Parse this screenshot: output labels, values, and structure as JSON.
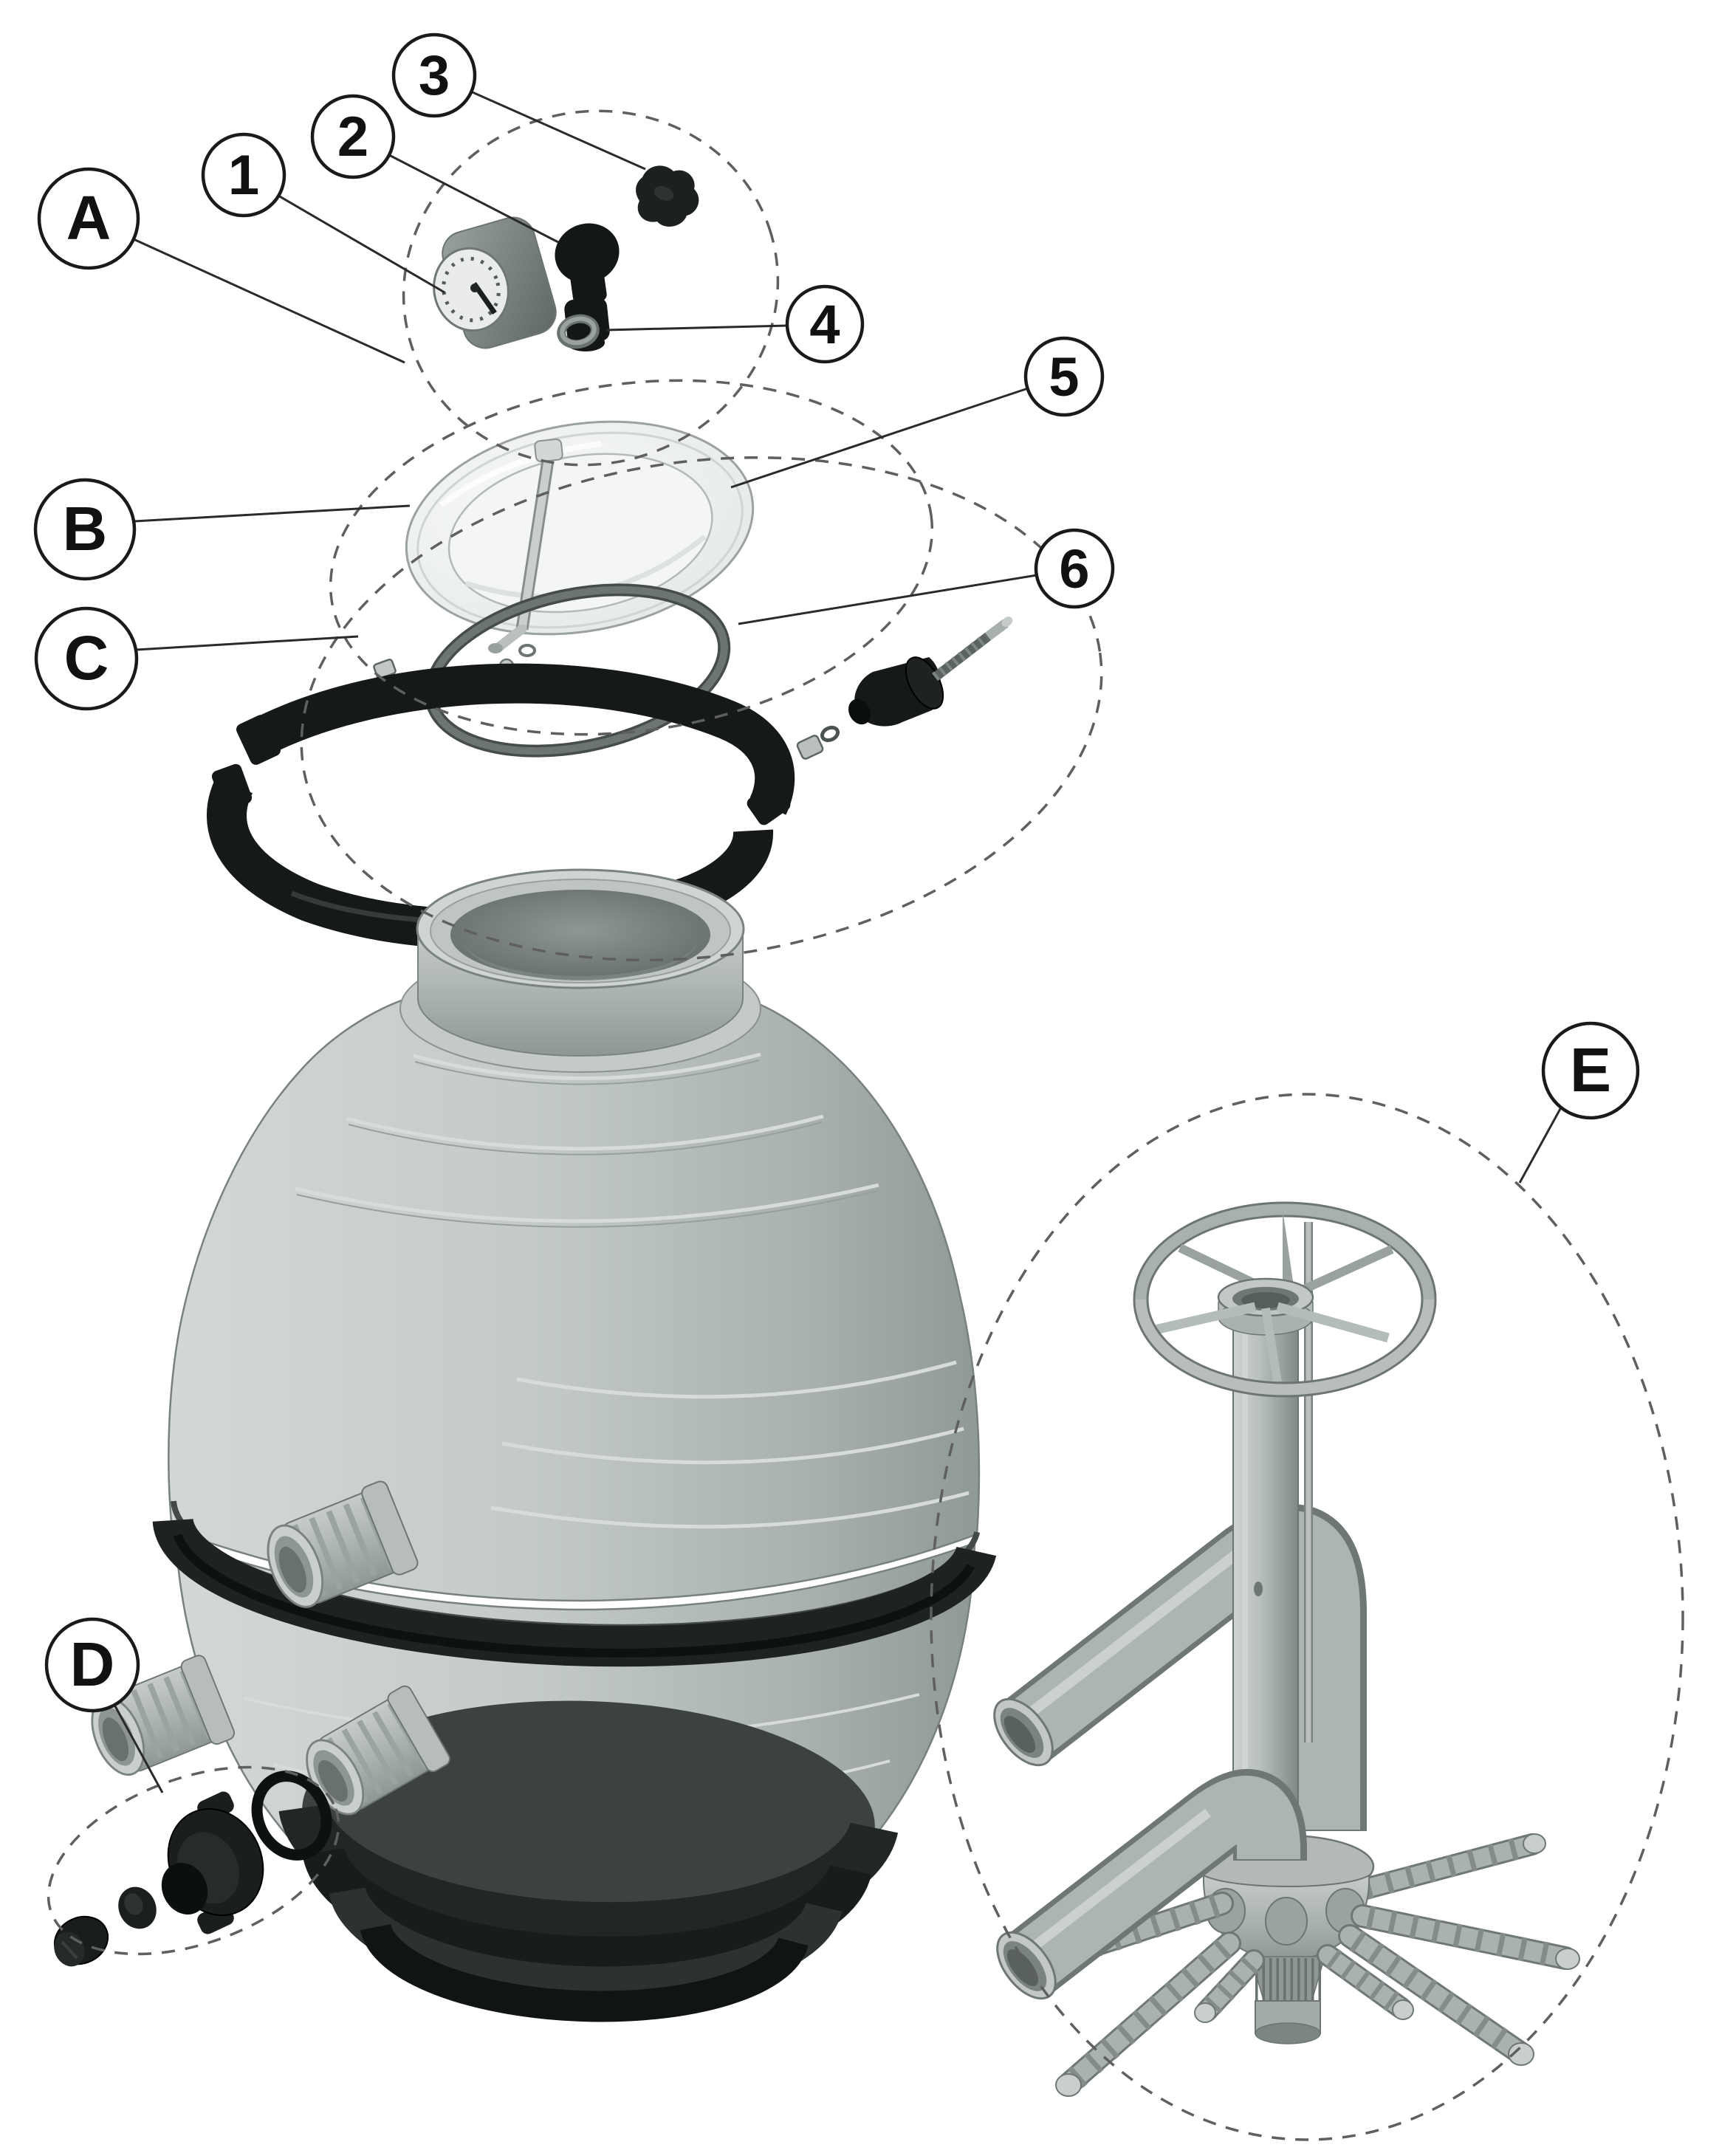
{
  "figure": {
    "type": "exploded-parts-diagram",
    "subject": "sand-filter-tank-assembly",
    "callouts": {
      "groups": [
        {
          "id": "A",
          "label": "A"
        },
        {
          "id": "B",
          "label": "B"
        },
        {
          "id": "C",
          "label": "C"
        },
        {
          "id": "D",
          "label": "D"
        },
        {
          "id": "E",
          "label": "E"
        }
      ],
      "parts": [
        {
          "id": "1",
          "label": "1"
        },
        {
          "id": "2",
          "label": "2"
        },
        {
          "id": "3",
          "label": "3"
        },
        {
          "id": "4",
          "label": "4"
        },
        {
          "id": "5",
          "label": "5"
        },
        {
          "id": "6",
          "label": "6"
        }
      ]
    },
    "palette": {
      "background": "#ffffff",
      "line": "#1a1a1a",
      "dash": "#5f5f5f",
      "body_gray": "#bcc3c1",
      "shadow_gray": "#8d9593",
      "black_part": "#16191a",
      "lid_white": "#f2f5f4"
    }
  }
}
